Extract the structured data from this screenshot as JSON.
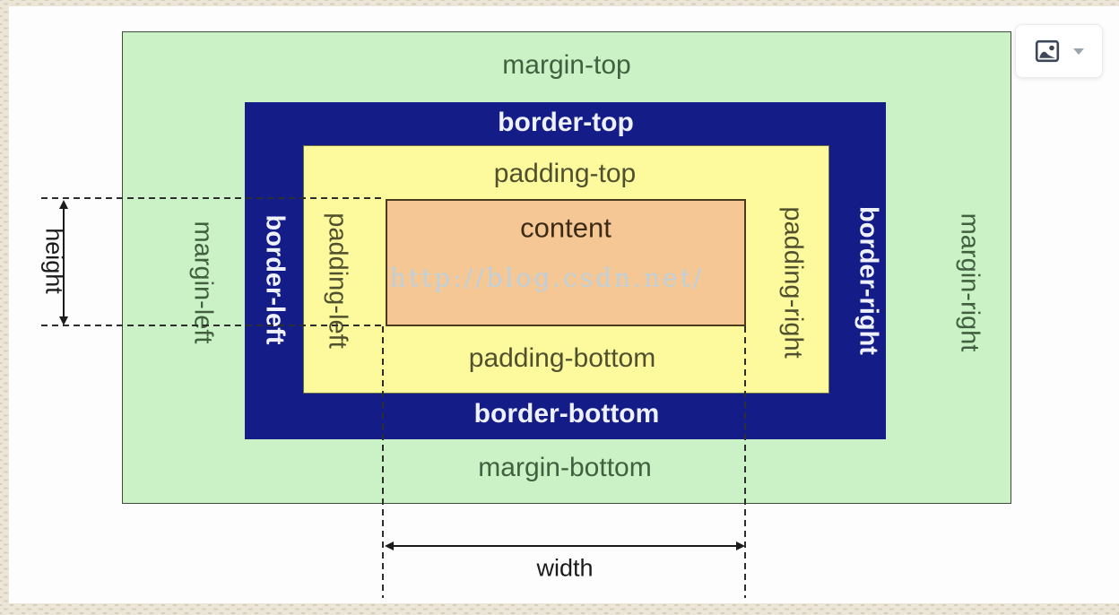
{
  "diagram": {
    "labels": {
      "margin_top": "margin-top",
      "border_top": "border-top",
      "padding_top": "padding-top",
      "content": "content",
      "padding_bottom": "padding-bottom",
      "border_bottom": "border-bottom",
      "margin_bottom": "margin-bottom",
      "margin_left": "margin-left",
      "border_left": "border-left",
      "padding_left": "padding-left",
      "padding_right": "padding-right",
      "border_right": "border-right",
      "margin_right": "margin-right",
      "height": "height",
      "width": "width"
    },
    "watermark": "http://blog.csdn.net/",
    "colors": {
      "margin_bg": "#cbf2c6",
      "border_bg": "#141c88",
      "padding_bg": "#fdfa9d",
      "content_bg": "#f5c795",
      "margin_text": "#40603f",
      "border_text": "#eef1fb",
      "padding_text": "#50502f",
      "content_text": "#3b2b15",
      "dim_text": "#1b1b1b",
      "dash_color": "#2e2e2e",
      "watermark_text": "#bdd0de",
      "icon_color": "#3e4757",
      "caret_color": "#9aa4af"
    },
    "icons": {
      "image_icon": "picture-frame-with-hill-and-sun",
      "caret_down_icon": "▾"
    }
  }
}
